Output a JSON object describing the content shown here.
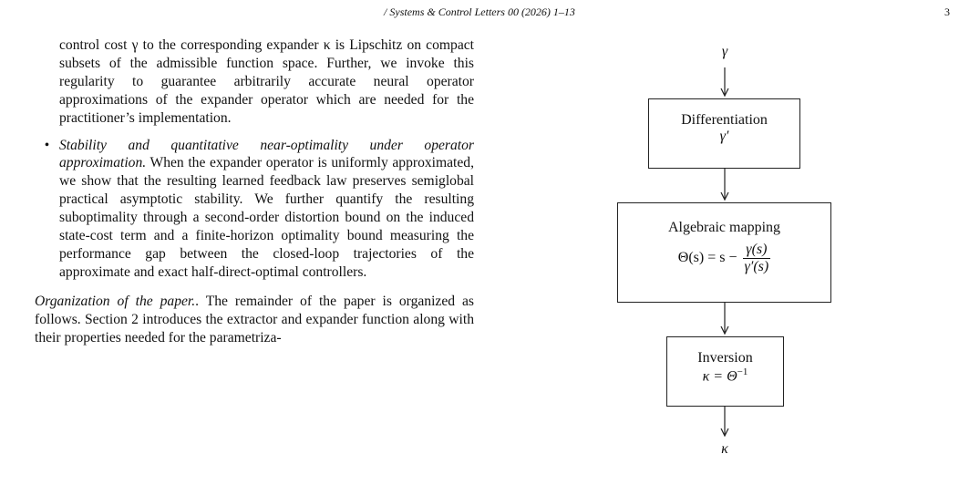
{
  "header": {
    "journal": "/ Systems & Control Letters 00 (2026) 1–13",
    "page_number": "3"
  },
  "text": {
    "para1": "control cost γ to the corresponding expander κ is Lipschitz on compact subsets of the admissible function space. Further, we invoke this regularity to guarantee arbitrarily accurate neural operator approximations of the expander operator which are needed for the practitioner’s implementation.",
    "bullet_symbol": "•",
    "bullet_title": "Stability and quantitative near-optimality under operator approximation.",
    "bullet_body": " When the expander operator is uniformly approximated, we show that the resulting learned feedback law preserves semiglobal practical asymptotic stability. We further quantify the resulting suboptimality through a second-order distortion bound on the induced state-cost term and a finite-horizon optimality bound measuring the performance gap between the closed-loop trajectories of the approximate and exact half-direct-optimal controllers.",
    "org_title": "Organization of the paper.",
    "org_body": ". The remainder of the paper is organized as follows. Section 2 introduces the extractor and expander function along with their properties needed for the parametriza-"
  },
  "diagram": {
    "input_label": "γ",
    "box1": {
      "title": "Differentiation",
      "formula": "γ′"
    },
    "box2": {
      "title": "Algebraic mapping",
      "lhs": "Θ(s) = s −",
      "numerator": "γ(s)",
      "denominator": "γ′(s)"
    },
    "box3": {
      "title": "Inversion",
      "formula_base": "κ = Θ",
      "formula_sup": "−1"
    },
    "output_label": "κ",
    "line_color": "#222222"
  }
}
